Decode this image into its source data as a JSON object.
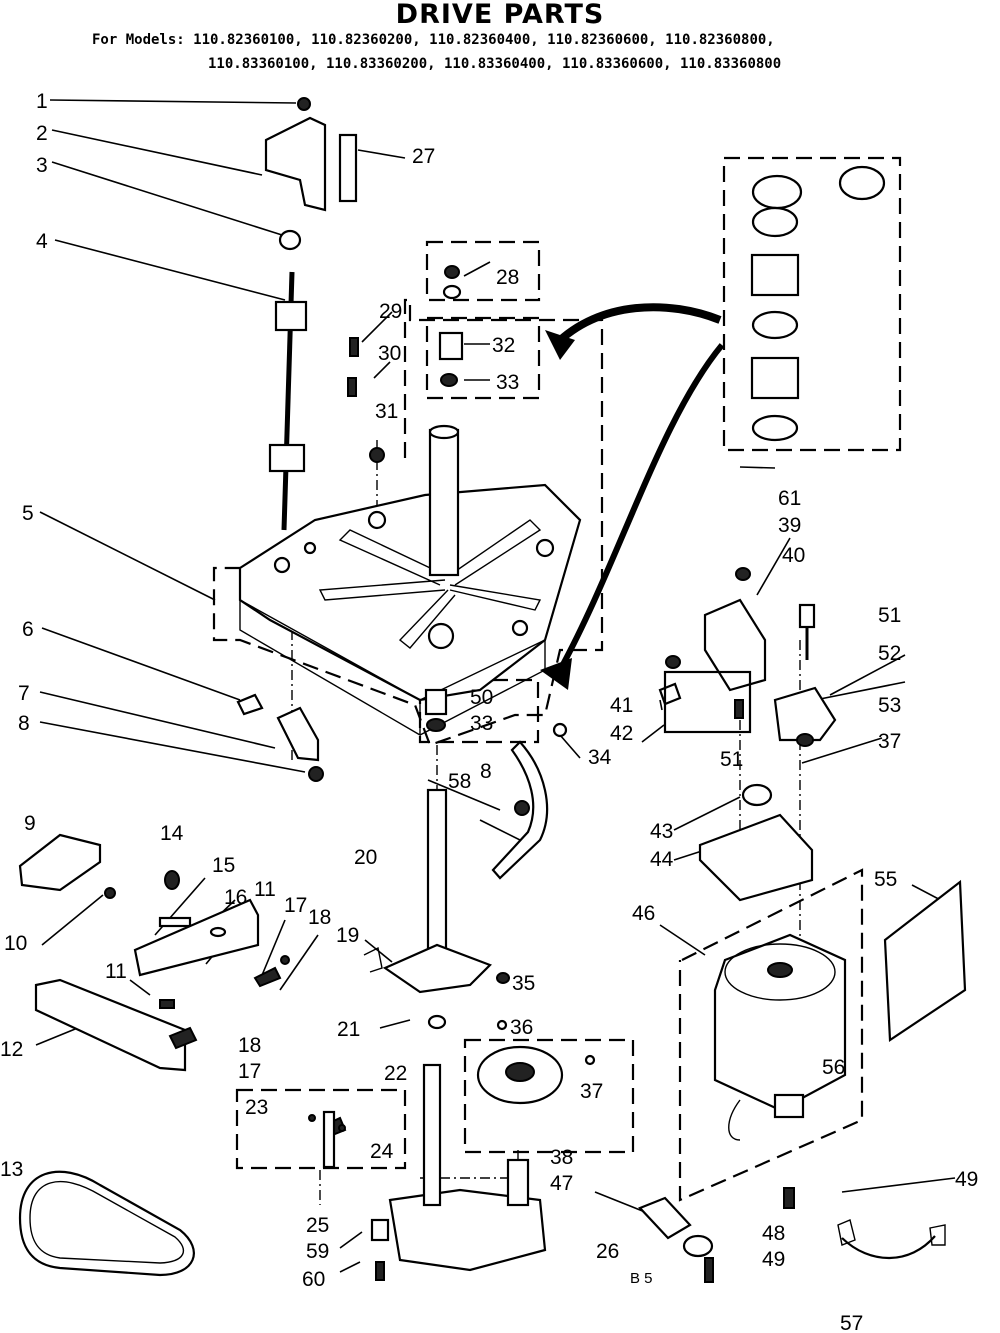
{
  "header": {
    "title": "DRIVE PARTS",
    "models_line_1": "For Models: 110.82360100, 110.82360200, 110.82360400, 110.82360600, 110.82360800,",
    "models_line_2": "110.83360100, 110.83360200, 110.83360400, 110.83360600, 110.83360800"
  },
  "callouts": {
    "c1": "1",
    "c2": "2",
    "c3": "3",
    "c4": "4",
    "c5": "5",
    "c6": "6",
    "c7": "7",
    "c8a": "8",
    "c8b": "8",
    "c9": "9",
    "c10": "10",
    "c11a": "11",
    "c11b": "11",
    "c12": "12",
    "c13": "13",
    "c14": "14",
    "c15": "15",
    "c16": "16",
    "c17a": "17",
    "c17b": "17",
    "c18a": "18",
    "c18b": "18",
    "c19": "19",
    "c20": "20",
    "c21": "21",
    "c22": "22",
    "c23": "23",
    "c24": "24",
    "c25": "25",
    "c26": "26",
    "c27": "27",
    "c28": "28",
    "c29": "29",
    "c30": "30",
    "c31": "31",
    "c32": "32",
    "c33a": "33",
    "c33b": "33",
    "c34": "34",
    "c35": "35",
    "c36": "36",
    "c37a": "37",
    "c37b": "37",
    "c38": "38",
    "c39": "39",
    "c40": "40",
    "c41": "41",
    "c42": "42",
    "c43": "43",
    "c44": "44",
    "c46": "46",
    "c47": "47",
    "c48": "48",
    "c49a": "49",
    "c49b": "49",
    "c50": "50",
    "c51a": "51",
    "c51b": "51",
    "c52": "52",
    "c53": "53",
    "c55": "55",
    "c56": "56",
    "c57": "57",
    "c58": "58",
    "c59": "59",
    "c60": "60",
    "c61": "61"
  },
  "page_code": "B 5"
}
